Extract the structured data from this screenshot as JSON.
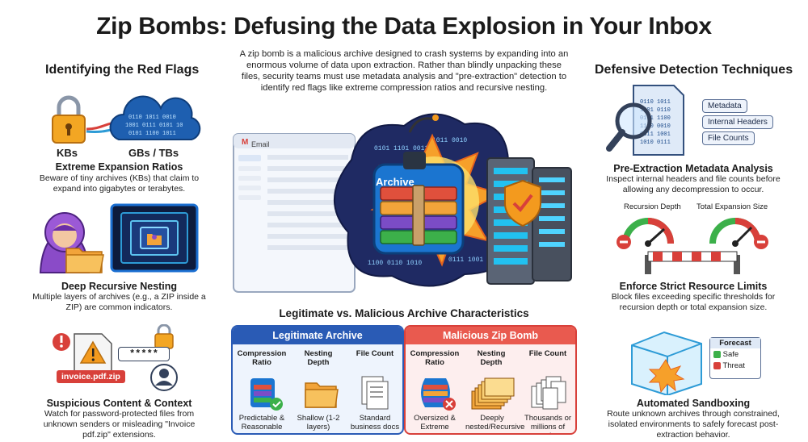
{
  "title": "Zip Bombs: Defusing the Data Explosion in Your Inbox",
  "intro": "A zip bomb is a malicious archive designed to crash systems by expanding into an enormous volume of data upon extraction. Rather than blindly unpacking these files, security teams must use metadata analysis and \"pre-extraction\" detection to identify red flags like extreme compression ratios and recursive nesting.",
  "left": {
    "heading": "Identifying the Red Flags",
    "ratio": {
      "small_label": "KBs",
      "big_label": "GBs / TBs",
      "title": "Extreme Expansion Ratios",
      "desc": "Beware of tiny archives (KBs) that claim to expand into gigabytes or terabytes."
    },
    "nesting": {
      "title": "Deep Recursive Nesting",
      "desc": "Multiple layers of archives (e.g., a ZIP inside a ZIP) are common indicators."
    },
    "context": {
      "password": "*****",
      "filename": "invoice.pdf.zip",
      "title": "Suspicious Content & Context",
      "desc": "Watch for password-protected files from unknown senders or misleading \"Invoice pdf.zip\" extensions."
    }
  },
  "center": {
    "email_label": "Email",
    "archive_label": "Archive",
    "table_title": "Legitimate vs. Malicious Archive Characteristics",
    "legit": {
      "heading": "Legitimate Archive",
      "cols": [
        {
          "head": "Compression Ratio",
          "foot": "Predictable & Reasonable"
        },
        {
          "head": "Nesting Depth",
          "foot": "Shallow (1-2 layers)"
        },
        {
          "head": "File Count",
          "foot": "Standard business docs"
        }
      ]
    },
    "malicious": {
      "heading": "Malicious Zip Bomb",
      "cols": [
        {
          "head": "Compression Ratio",
          "foot": "Oversized & Extreme"
        },
        {
          "head": "Nesting Depth",
          "foot": "Deeply nested/Recursive"
        },
        {
          "head": "File Count",
          "foot": "Thousands or millions of entries"
        }
      ]
    }
  },
  "right": {
    "heading": "Defensive Detection Techniques",
    "metadata": {
      "tags": [
        "Metadata",
        "Internal Headers",
        "File Counts"
      ],
      "title": "Pre-Extraction Metadata Analysis",
      "desc": "Inspect internal headers and file counts before allowing any decompression to occur."
    },
    "limits": {
      "gauge1": "Recursion Depth",
      "gauge2": "Total Expansion Size",
      "title": "Enforce Strict Resource Limits",
      "desc": "Block files exceeding specific thresholds for recursion depth or total expansion size."
    },
    "sandbox": {
      "forecast": "Forecast",
      "safe": "Safe",
      "threat": "Threat",
      "title": "Automated Sandboxing",
      "desc": "Route unknown archives through constrained, isolated environments to safely forecast post-extraction behavior."
    }
  },
  "colors": {
    "legit": "#2a5bb5",
    "malicious": "#d8403a",
    "accent_orange": "#f39a1e"
  }
}
